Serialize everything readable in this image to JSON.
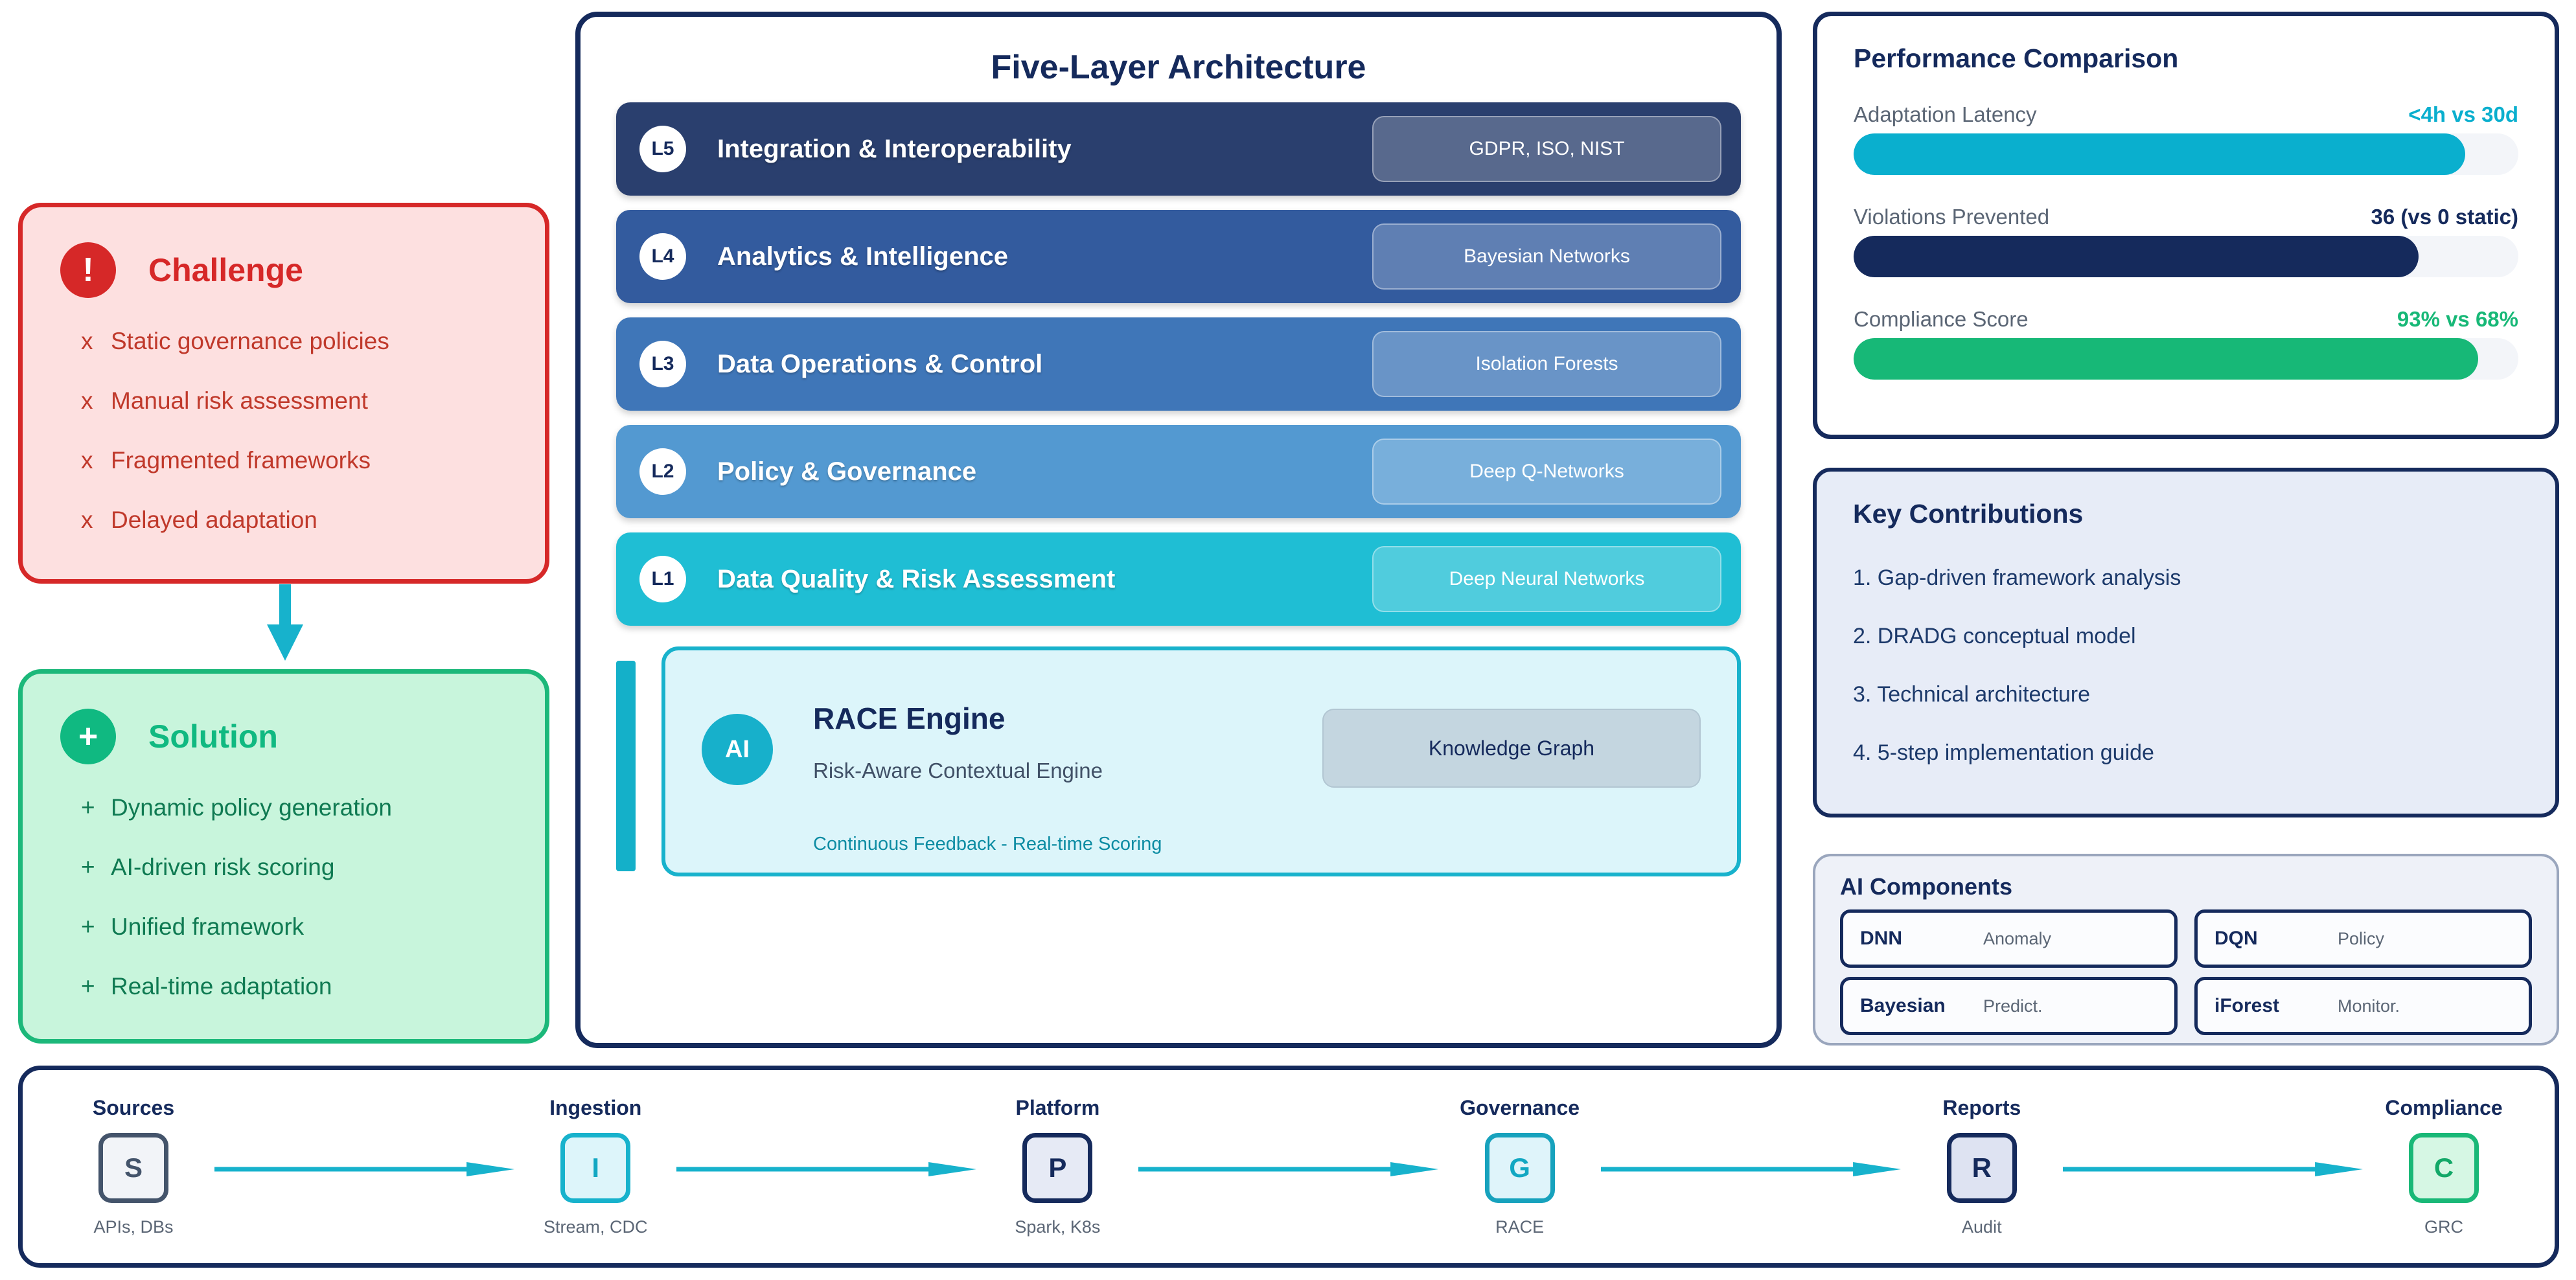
{
  "challenge": {
    "title": "Challenge",
    "icon": "exclamation-icon",
    "glyph": "!",
    "accent": "#d62828",
    "items": [
      {
        "mark": "x",
        "label": "Static governance policies"
      },
      {
        "mark": "x",
        "label": "Manual risk assessment"
      },
      {
        "mark": "x",
        "label": "Fragmented frameworks"
      },
      {
        "mark": "x",
        "label": "Delayed adaptation"
      }
    ]
  },
  "solution": {
    "title": "Solution",
    "icon": "plus-icon",
    "glyph": "+",
    "accent": "#10b981",
    "items": [
      {
        "mark": "+",
        "label": "Dynamic policy generation"
      },
      {
        "mark": "+",
        "label": "AI-driven risk scoring"
      },
      {
        "mark": "+",
        "label": "Unified framework"
      },
      {
        "mark": "+",
        "label": "Real-time adaptation"
      }
    ]
  },
  "architecture": {
    "title": "Five-Layer Architecture",
    "layers": [
      {
        "id": "L5",
        "name": "Integration & Interoperability",
        "chip": "GDPR, ISO, NIST",
        "color": "#2a3f6e"
      },
      {
        "id": "L4",
        "name": "Analytics & Intelligence",
        "chip": "Bayesian Networks",
        "color": "#335b9e"
      },
      {
        "id": "L3",
        "name": "Data Operations & Control",
        "chip": "Isolation Forests",
        "color": "#3f76b8"
      },
      {
        "id": "L2",
        "name": "Policy & Governance",
        "chip": "Deep Q-Networks",
        "color": "#5399d1"
      },
      {
        "id": "L1",
        "name": "Data Quality & Risk Assessment",
        "chip": "Deep Neural Networks",
        "color": "#1fbed4"
      }
    ],
    "race": {
      "badge": "AI",
      "title": "RACE Engine",
      "subtitle": "Risk-Aware Contextual Engine",
      "footnote": "Continuous Feedback - Real-time Scoring",
      "chip": "Knowledge Graph"
    }
  },
  "performance": {
    "title": "Performance Comparison",
    "metrics": [
      {
        "label": "Adaptation Latency",
        "value": "<4h vs 30d",
        "percent": 92,
        "color": "#0aafce"
      },
      {
        "label": "Violations Prevented",
        "value": "36 (vs 0 static)",
        "percent": 85,
        "color": "#152a5c"
      },
      {
        "label": "Compliance Score",
        "value": "93% vs 68%",
        "percent": 94,
        "color": "#17b877"
      }
    ]
  },
  "contributions": {
    "title": "Key Contributions",
    "items": [
      "1. Gap-driven framework analysis",
      "2. DRADG conceptual model",
      "3. Technical architecture",
      "4. 5-step implementation guide"
    ]
  },
  "ai_components": {
    "title": "AI Components",
    "items": [
      {
        "name": "DNN",
        "role": "Anomaly"
      },
      {
        "name": "DQN",
        "role": "Policy"
      },
      {
        "name": "Bayesian",
        "role": "Predict."
      },
      {
        "name": "iForest",
        "role": "Monitor."
      }
    ]
  },
  "pipeline": {
    "stages": [
      {
        "title": "Sources",
        "letter": "S",
        "sub": "APIs, DBs",
        "border": "#44546b",
        "fill": "#f2f4f8",
        "text": "#44546b"
      },
      {
        "title": "Ingestion",
        "letter": "I",
        "sub": "Stream, CDC",
        "border": "#17b2cc",
        "fill": "#ddf5fa",
        "text": "#12a7c2"
      },
      {
        "title": "Platform",
        "letter": "P",
        "sub": "Spark, K8s",
        "border": "#152a5c",
        "fill": "#e6eaf5",
        "text": "#152a5c"
      },
      {
        "title": "Governance",
        "letter": "G",
        "sub": "RACE",
        "border": "#17a2bd",
        "fill": "#dff4fa",
        "text": "#12a7c2"
      },
      {
        "title": "Reports",
        "letter": "R",
        "sub": "Audit",
        "border": "#152a5c",
        "fill": "#dee3f2",
        "text": "#152a5c"
      },
      {
        "title": "Compliance",
        "letter": "C",
        "sub": "GRC",
        "border": "#19b877",
        "fill": "#d6f7e4",
        "text": "#13a868"
      }
    ],
    "arrow_color": "#17b2cc"
  },
  "flow_arrow": {
    "color": "#17b2cc",
    "direction": "down"
  }
}
